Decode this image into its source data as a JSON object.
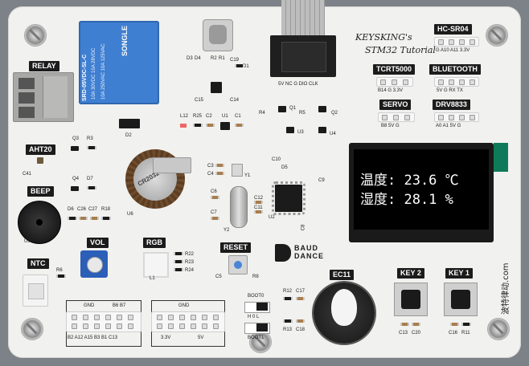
{
  "board": {
    "brand_title": "KEYSKING's",
    "brand_subtitle": "STM32 Tutorial",
    "logo_text": "BAUD\nDANCE",
    "side_text": "波特律动.com"
  },
  "labels": {
    "relay": "RELAY",
    "aht20": "AHT20",
    "beep": "BEEP",
    "ntc": "NTC",
    "vol": "VOL",
    "rgb": "RGB",
    "reset": "RESET",
    "ec11": "EC11",
    "key2": "KEY 2",
    "key1": "KEY 1",
    "hcsr04": "HC-SR04",
    "tcrt5000": "TCRT5000",
    "bluetooth": "BLUETOOTH",
    "servo": "SERVO",
    "drv8833": "DRV8833"
  },
  "pinouts": {
    "hcsr04": "G A10 A11 3.3V",
    "tcrt5000": "B14 G 3.3V",
    "bluetooth": "5V G RX TX",
    "servo": "B8 5V G",
    "drv8833": "A0 A1 5V G",
    "swd": "5V NC G DIO CLK",
    "left_header_top_gnd": "GND",
    "left_header_top_b": "B6 B7",
    "left_header_bottom": "B2 A12 A15 B3 B1 C13",
    "right_header_top": "GND",
    "right_header_b1": "3.3V",
    "right_header_b2": "5V",
    "boot0": "BOOT0",
    "boot1": "BOOT1",
    "boot_hl": "H 0 L"
  },
  "relay": {
    "brand": "SONGLE",
    "line1": "10A 250VAC 10A 125VAC",
    "line2": "10A 30VDC 10A 28VDC",
    "model": "SRD-05VDC-SL-C"
  },
  "oled": {
    "line1": "温度: 23.6 ℃",
    "line2": "湿度: 28.1 %",
    "fg_color": "#ffffff",
    "bg_color": "#000000"
  },
  "battery_text": "CR2032",
  "colors": {
    "board": "#f1f1ef",
    "relay_blue": "#3f7fd1",
    "label_bg": "#1c1c1c",
    "pot_blue": "#2b5fb8",
    "knob": "#2a2a2a"
  },
  "designators": {
    "d3": "D3",
    "d4": "D4",
    "r2": "R2",
    "r1": "R1",
    "c19": "C19",
    "d1": "D1",
    "c15": "C15",
    "u6": "U6",
    "c14": "C14",
    "q3": "Q3",
    "r3": "R3",
    "q4": "Q4",
    "d7": "D7",
    "c41": "C41",
    "d2": "D2",
    "l12": "L12",
    "r25": "R25",
    "c2": "C2",
    "u1": "U1",
    "c1": "C1",
    "r4": "R4",
    "q1": "Q1",
    "r5": "R5",
    "q2": "Q2",
    "d6": "D6",
    "c26": "C26",
    "c27": "C27",
    "r18": "R18",
    "c3": "C3",
    "y1": "Y1",
    "c10": "C10",
    "d5": "D5",
    "c4": "C4",
    "c9": "C9",
    "c6": "C6",
    "c12": "C12",
    "u2": "U2",
    "c11": "C11",
    "c7": "C7",
    "y2": "Y2",
    "c8": "C8",
    "r6": "R6",
    "r22": "R22",
    "r23": "R23",
    "r24": "R24",
    "l1": "L1",
    "c5": "C5",
    "r8": "R8",
    "r12": "R12",
    "c17": "C17",
    "r13": "R13",
    "c18": "C18",
    "c13": "C13",
    "c20": "C20",
    "c16": "C16",
    "r11": "R11",
    "u3": "U3",
    "u4": "U4",
    "u9": "U9"
  }
}
